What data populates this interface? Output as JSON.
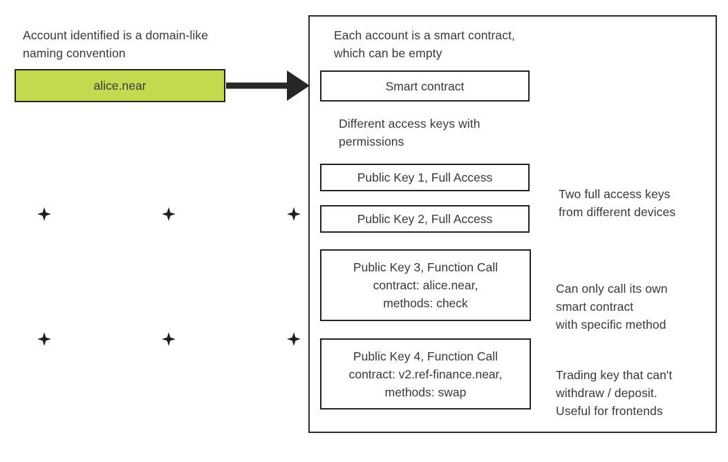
{
  "page": {
    "background": "#ffffff",
    "text_color": "#383838",
    "line_color": "#222222"
  },
  "account_section": {
    "caption_lines": [
      "Account identified is a domain-like",
      "naming convention"
    ],
    "account_box": {
      "label": "alice.near",
      "fill": "#c5db4f"
    }
  },
  "contract_section": {
    "caption_lines": [
      "Each account is a smart contract,",
      "which can be empty"
    ],
    "smart_contract_label": "Smart contract",
    "keys_caption_lines": [
      "Different access keys with",
      "permissions"
    ],
    "key_boxes": [
      {
        "lines": [
          "Public Key 1, Full Access"
        ]
      },
      {
        "lines": [
          "Public Key 2, Full Access"
        ]
      },
      {
        "lines": [
          "Public Key 3, Function Call",
          "contract: alice.near,",
          "methods: check"
        ]
      },
      {
        "lines": [
          "Public Key 4, Function Call",
          "contract: v2.ref-finance.near,",
          "methods: swap"
        ]
      }
    ],
    "annotations": [
      {
        "lines": [
          "Two full access keys",
          "from different devices"
        ]
      },
      {
        "lines": [
          "Can only call its own",
          "smart contract",
          "with specific method"
        ]
      },
      {
        "lines": [
          "Trading key that can't",
          "withdraw / deposit.",
          "Useful for frontends"
        ]
      }
    ]
  },
  "icons": {
    "arrow_connector": "thick right arrow",
    "plus_marker": "four-pointed cross"
  }
}
